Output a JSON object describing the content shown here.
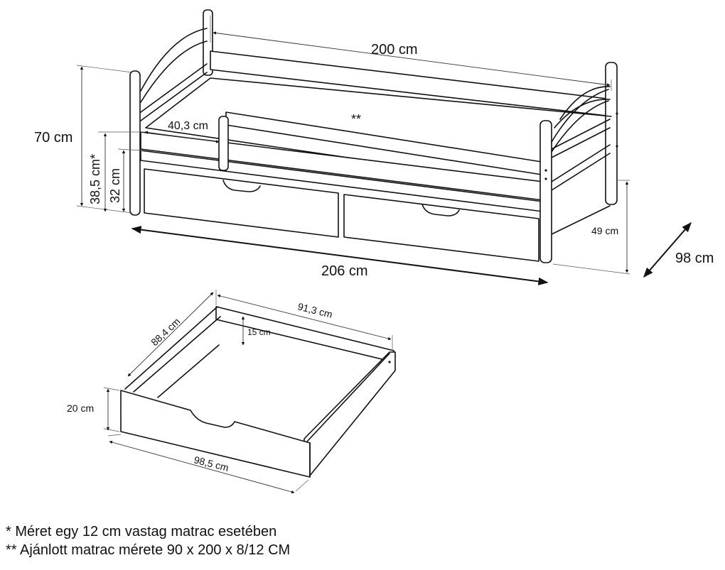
{
  "dimensions": {
    "length_200": "200 cm",
    "height_70": "70 cm",
    "guard_length": "40,3 cm",
    "mattress_mark": "**",
    "height_385": "38,5 cm*",
    "height_32": "32 cm",
    "total_length": "206 cm",
    "depth_98": "98 cm",
    "height_49": "49 cm",
    "drawer_width": "91,3 cm",
    "drawer_depth": "88,4 cm",
    "drawer_inner_height": "15 cm",
    "drawer_height": "20 cm",
    "drawer_front_width": "98,5 cm"
  },
  "notes": [
    "* Méret egy 12 cm vastag matrac esetében",
    "** Ajánlott matrac mérete 90 x 200 x 8/12 CM"
  ],
  "colors": {
    "line": "#111111",
    "background": "#ffffff"
  }
}
